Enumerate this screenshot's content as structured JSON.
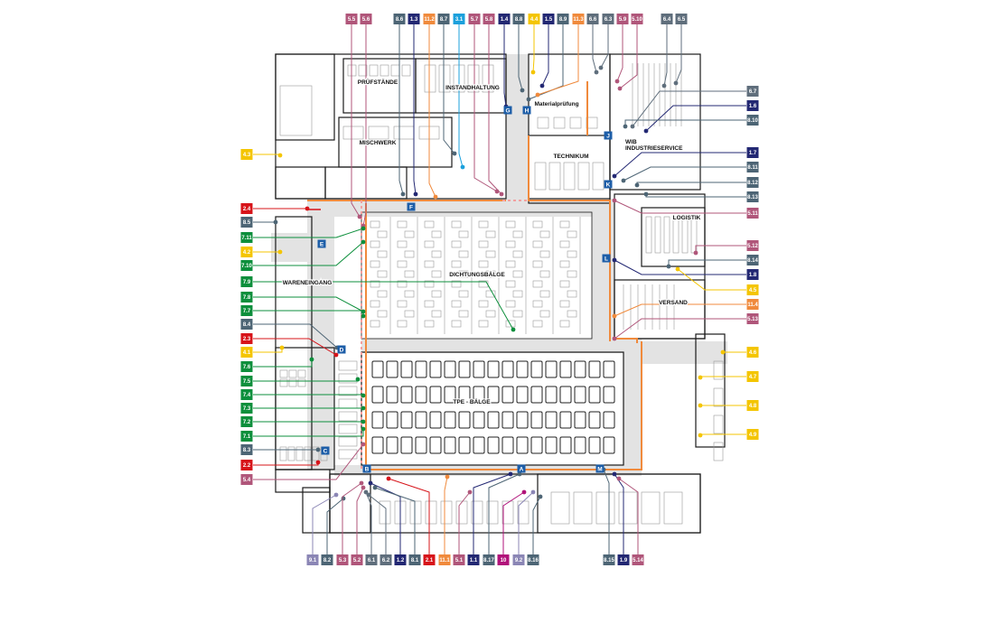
{
  "colors": {
    "red": "#d7141a",
    "orange": "#f08a3c",
    "yellow": "#f4c500",
    "green": "#0d8f3c",
    "darkblue": "#232873",
    "midblue": "#303a8e",
    "cyan": "#1ba0dc",
    "mauve": "#b0567a",
    "slate": "#4d6575",
    "grey": "#5f6e7c",
    "purple": "#6f5e95",
    "magenta": "#b1127a",
    "lavender": "#8b86b5",
    "plum": "#8b4a73",
    "entrance": "#1d5ea8",
    "corridor": "#e3e3e3"
  },
  "rooms": {
    "pruefstaende": "PRÜFSTÄNDE",
    "instandhaltung": "INSTANDHALTUNG",
    "materialpruefung": "Materialprüfung",
    "mischwerk": "MISCHWERK",
    "wib": "WIB",
    "industrieservice": "INDUSTRIESERVICE",
    "technikum": "TECHNIKUM",
    "logistik": "LOGISTIK",
    "wareneingang": "WARENEINGANG",
    "dichtungsbaelge": "DICHTUNGSBÄLGE",
    "versand": "VERSAND",
    "tpe_baelge": "TPE - BÄLGE"
  },
  "entrances": [
    "E",
    "F",
    "G",
    "H",
    "J",
    "K",
    "L",
    "D",
    "C",
    "B",
    "A",
    "M"
  ],
  "top_tags": [
    "5.5",
    "5.6",
    "8.6",
    "1.3",
    "11.2",
    "8.7",
    "3.1",
    "5.7",
    "5.8",
    "1.4",
    "8.8",
    "4.4",
    "1.5",
    "8.9",
    "11.3",
    "6.6",
    "6.3",
    "5.9",
    "5.10",
    "6.4",
    "6.5"
  ],
  "left_tags": [
    "4.3",
    "2.4",
    "8.5",
    "7.11",
    "4.2",
    "7.10",
    "7.9",
    "7.8",
    "7.7",
    "8.4",
    "2.3",
    "4.1",
    "7.6",
    "7.5",
    "7.4",
    "7.3",
    "7.2",
    "7.1",
    "8.3",
    "2.2",
    "5.4"
  ],
  "right_tags": [
    "6.7",
    "1.6",
    "8.10",
    "1.7",
    "8.11",
    "8.12",
    "8.13",
    "5.11",
    "5.12",
    "8.14",
    "1.8",
    "4.5",
    "11.4",
    "5.13",
    "4.6",
    "4.7",
    "4.8",
    "4.9"
  ],
  "bottom_tags": [
    "9.1",
    "8.2",
    "5.3",
    "5.2",
    "6.1",
    "6.2",
    "1.2",
    "8.1",
    "2.1",
    "11.1",
    "5.1",
    "1.1",
    "8.17",
    "10",
    "9.2",
    "8.16",
    "8.15",
    "1.9",
    "5.14"
  ]
}
